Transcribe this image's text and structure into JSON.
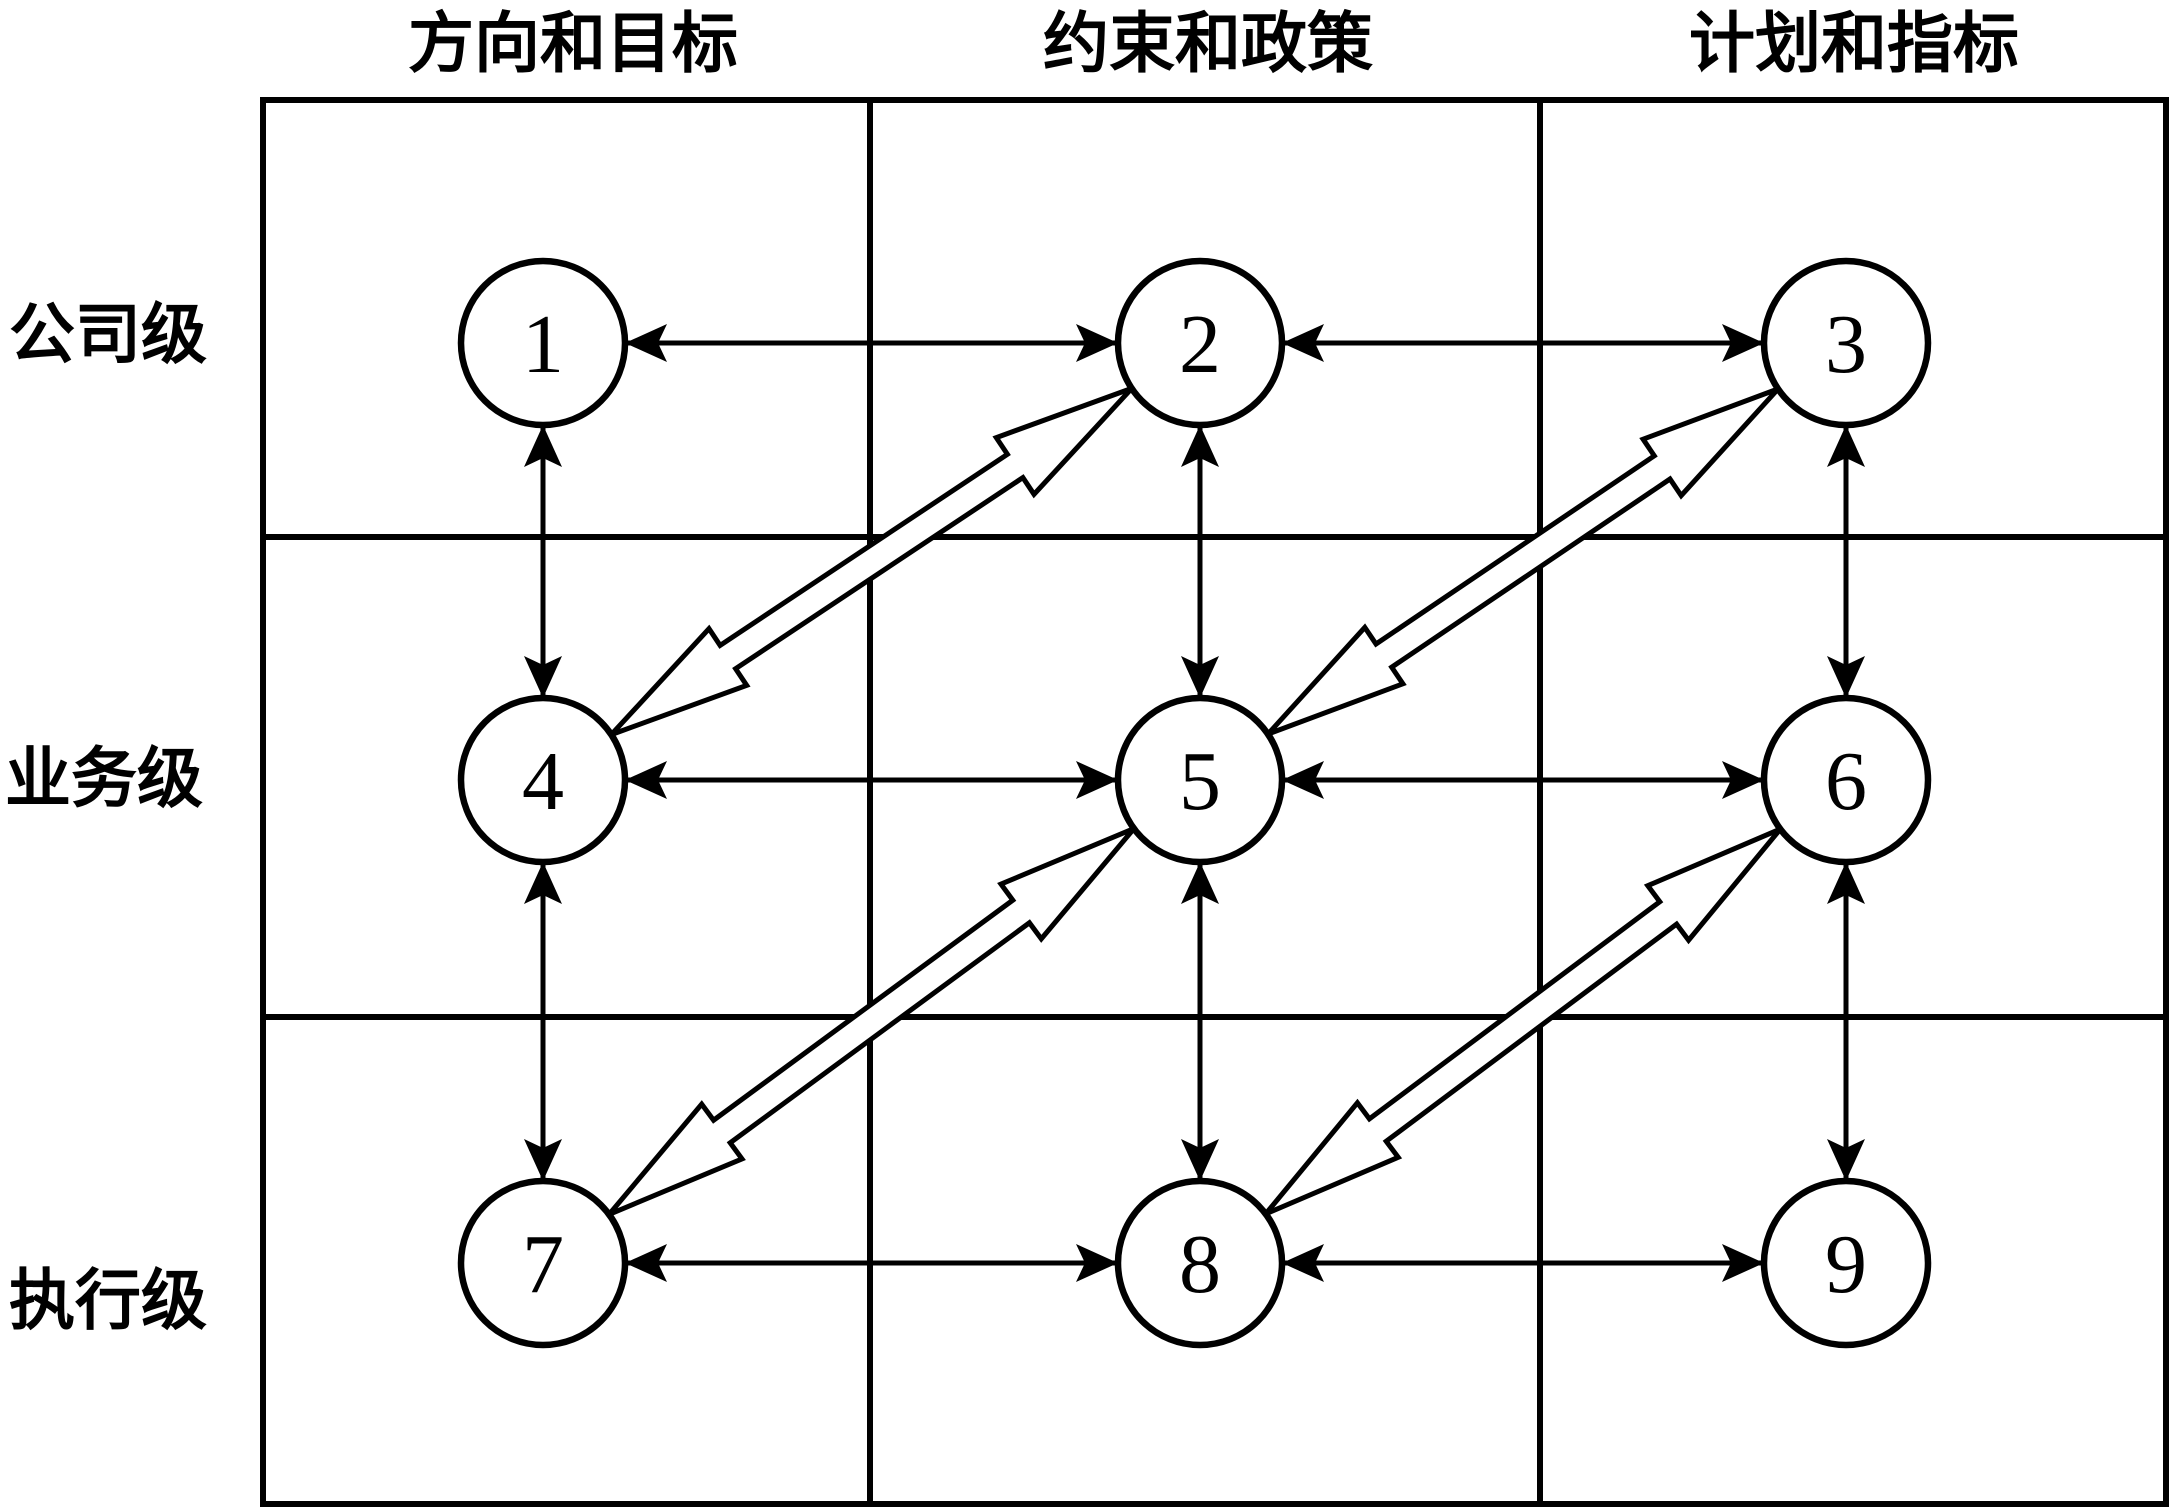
{
  "diagram": {
    "column_headers": [
      "方向和目标",
      "约束和政策",
      "计划和指标"
    ],
    "row_labels": [
      "公司级",
      "业务级",
      "执行级"
    ],
    "nodes": [
      {
        "id": "1",
        "col": 0,
        "row": 0
      },
      {
        "id": "2",
        "col": 1,
        "row": 0
      },
      {
        "id": "3",
        "col": 2,
        "row": 0
      },
      {
        "id": "4",
        "col": 0,
        "row": 1
      },
      {
        "id": "5",
        "col": 1,
        "row": 1
      },
      {
        "id": "6",
        "col": 2,
        "row": 1
      },
      {
        "id": "7",
        "col": 0,
        "row": 2
      },
      {
        "id": "8",
        "col": 1,
        "row": 2
      },
      {
        "id": "9",
        "col": 2,
        "row": 2
      }
    ],
    "thin_edges": [
      [
        "1",
        "2"
      ],
      [
        "2",
        "3"
      ],
      [
        "4",
        "5"
      ],
      [
        "5",
        "6"
      ],
      [
        "7",
        "8"
      ],
      [
        "8",
        "9"
      ],
      [
        "1",
        "4"
      ],
      [
        "4",
        "7"
      ],
      [
        "2",
        "5"
      ],
      [
        "5",
        "8"
      ],
      [
        "3",
        "6"
      ],
      [
        "6",
        "9"
      ]
    ],
    "block_edges": [
      [
        "4",
        "2"
      ],
      [
        "5",
        "3"
      ],
      [
        "7",
        "5"
      ],
      [
        "8",
        "6"
      ]
    ],
    "colors": {
      "ink": "#000000",
      "background": "#ffffff"
    }
  }
}
